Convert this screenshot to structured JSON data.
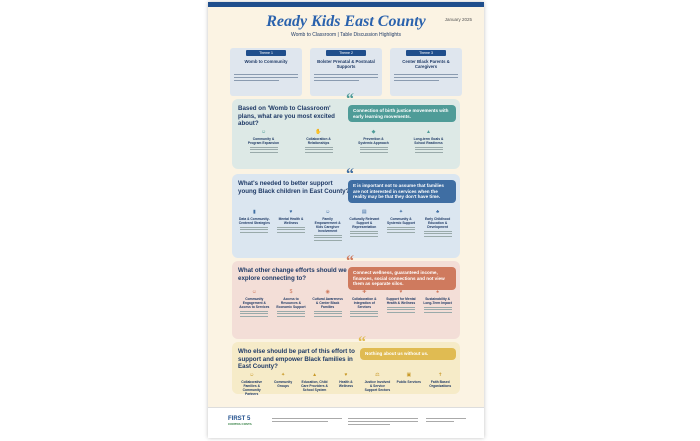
{
  "header": {
    "title": "Ready Kids East County",
    "date": "January 2025",
    "subtitle": "Womb to Classroom  |  Table Discussion Highlights"
  },
  "themes": [
    {
      "tag": "Theme 1",
      "name": "Womb to Community"
    },
    {
      "tag": "Theme 2",
      "name": "Bolster Prenatal & Postnatal Supports"
    },
    {
      "tag": "Theme 3",
      "name": "Center Black Parents & Caregivers"
    }
  ],
  "sections": [
    {
      "question": "Based on 'Womb to Classroom' plans, what are you most excited about?",
      "quote": "Connection of birth justice movements with early learning movements.",
      "cards": [
        "Community & Program Expansion",
        "Collaboration & Relationships",
        "Prevention & Systemic Approach",
        "Long-term Goals & School Readiness"
      ]
    },
    {
      "question": "What's needed to better support young Black children in East County?",
      "quote": "It is important not to assume that families are not interested in services when the reality may be that they don't have time.",
      "cards": [
        "Data & Community-Centered Strategies",
        "Mental Health & Wellness",
        "Family Empowerment & Kids Caregiver Involvement",
        "Culturally Relevant Support & Representation",
        "Community & Systemic Support",
        "Early Childhood Education & Development"
      ]
    },
    {
      "question": "What other change efforts should we explore connecting to?",
      "quote": "Connect wellness, guaranteed income, finances, social connections and not view them as separate silos.",
      "cards": [
        "Community Engagement & Access to Services",
        "Access to Resources & Economic Support",
        "Cultural Awareness & Center Black Families",
        "Collaboration & Integration of Services",
        "Support for Mental Health & Wellness",
        "Sustainability & Long-Term Impact"
      ]
    },
    {
      "question": "Who else should be part of this effort to support and empower Black families in East County?",
      "quote": "Nothing about us without us.",
      "cards": [
        "Collaborative Families & Community Partners",
        "Community Groups",
        "Education, Child Care Providers & School System",
        "Health & Wellness",
        "Justice Involved & Service Support Sectors",
        "Public Services",
        "Faith Based Organizations"
      ]
    }
  ],
  "footer": {
    "logo": "FIRST 5",
    "logo_sub": "CONTRA COSTA"
  },
  "colors": {
    "blue": "#1f4e8c",
    "s1_bg": "#dde9e6",
    "s1_quote": "#4f9c98",
    "s2_bg": "#dbe6f0",
    "s2_quote": "#3f6ea3",
    "s3_bg": "#f3ded7",
    "s3_quote": "#cf7a5e",
    "s4_bg": "#f6ebc8",
    "s4_quote": "#e0bb52"
  }
}
